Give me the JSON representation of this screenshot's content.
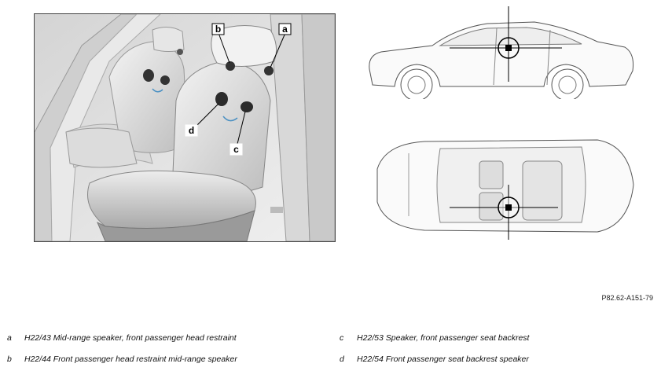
{
  "figure": {
    "reference_code": "P82.62-A151-79",
    "callouts": {
      "a": "a",
      "b": "b",
      "c": "c",
      "d": "d"
    }
  },
  "legend": [
    {
      "letter": "a",
      "text": "H22/43 Mid-range speaker, front passenger head restraint"
    },
    {
      "letter": "b",
      "text": "H22/44 Front passenger head restraint mid-range speaker"
    },
    {
      "letter": "c",
      "text": "H22/53 Speaker, front passenger seat backrest"
    },
    {
      "letter": "d",
      "text": "H22/54 Front passenger seat backrest speaker"
    }
  ]
}
